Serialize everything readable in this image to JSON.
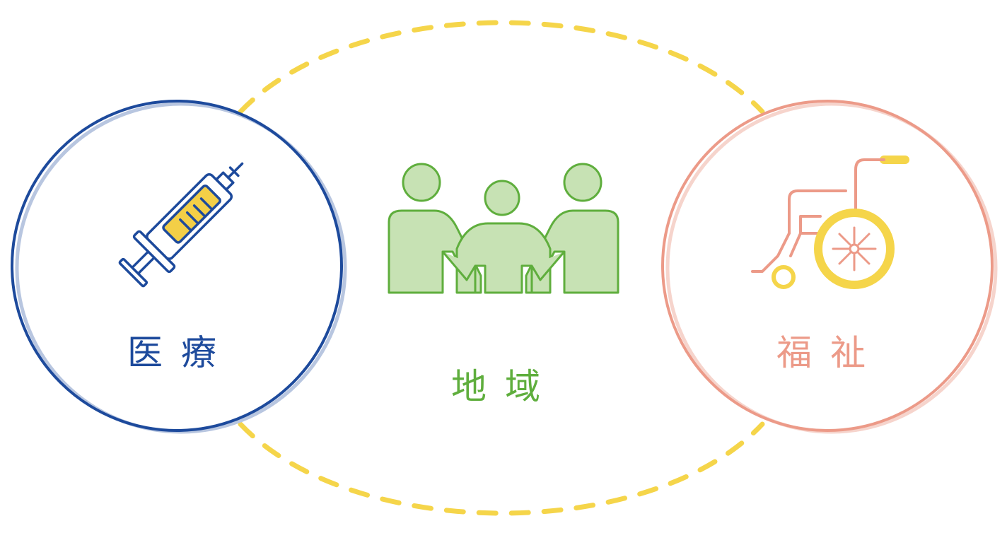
{
  "nodes": {
    "medical": {
      "label": "医療",
      "icon": "syringe-icon",
      "color": "#1d4a9c"
    },
    "community": {
      "label": "地域",
      "icon": "people-holding-hands-icon",
      "color": "#5fae3d"
    },
    "welfare": {
      "label": "福祉",
      "icon": "wheelchair-icon",
      "color": "#ec9a88"
    }
  },
  "colors": {
    "connector": "#f5d54a",
    "syringe_fill": "#f3cf47",
    "people_fill": "#c7e2b4",
    "wheel": "#f5d54a"
  }
}
